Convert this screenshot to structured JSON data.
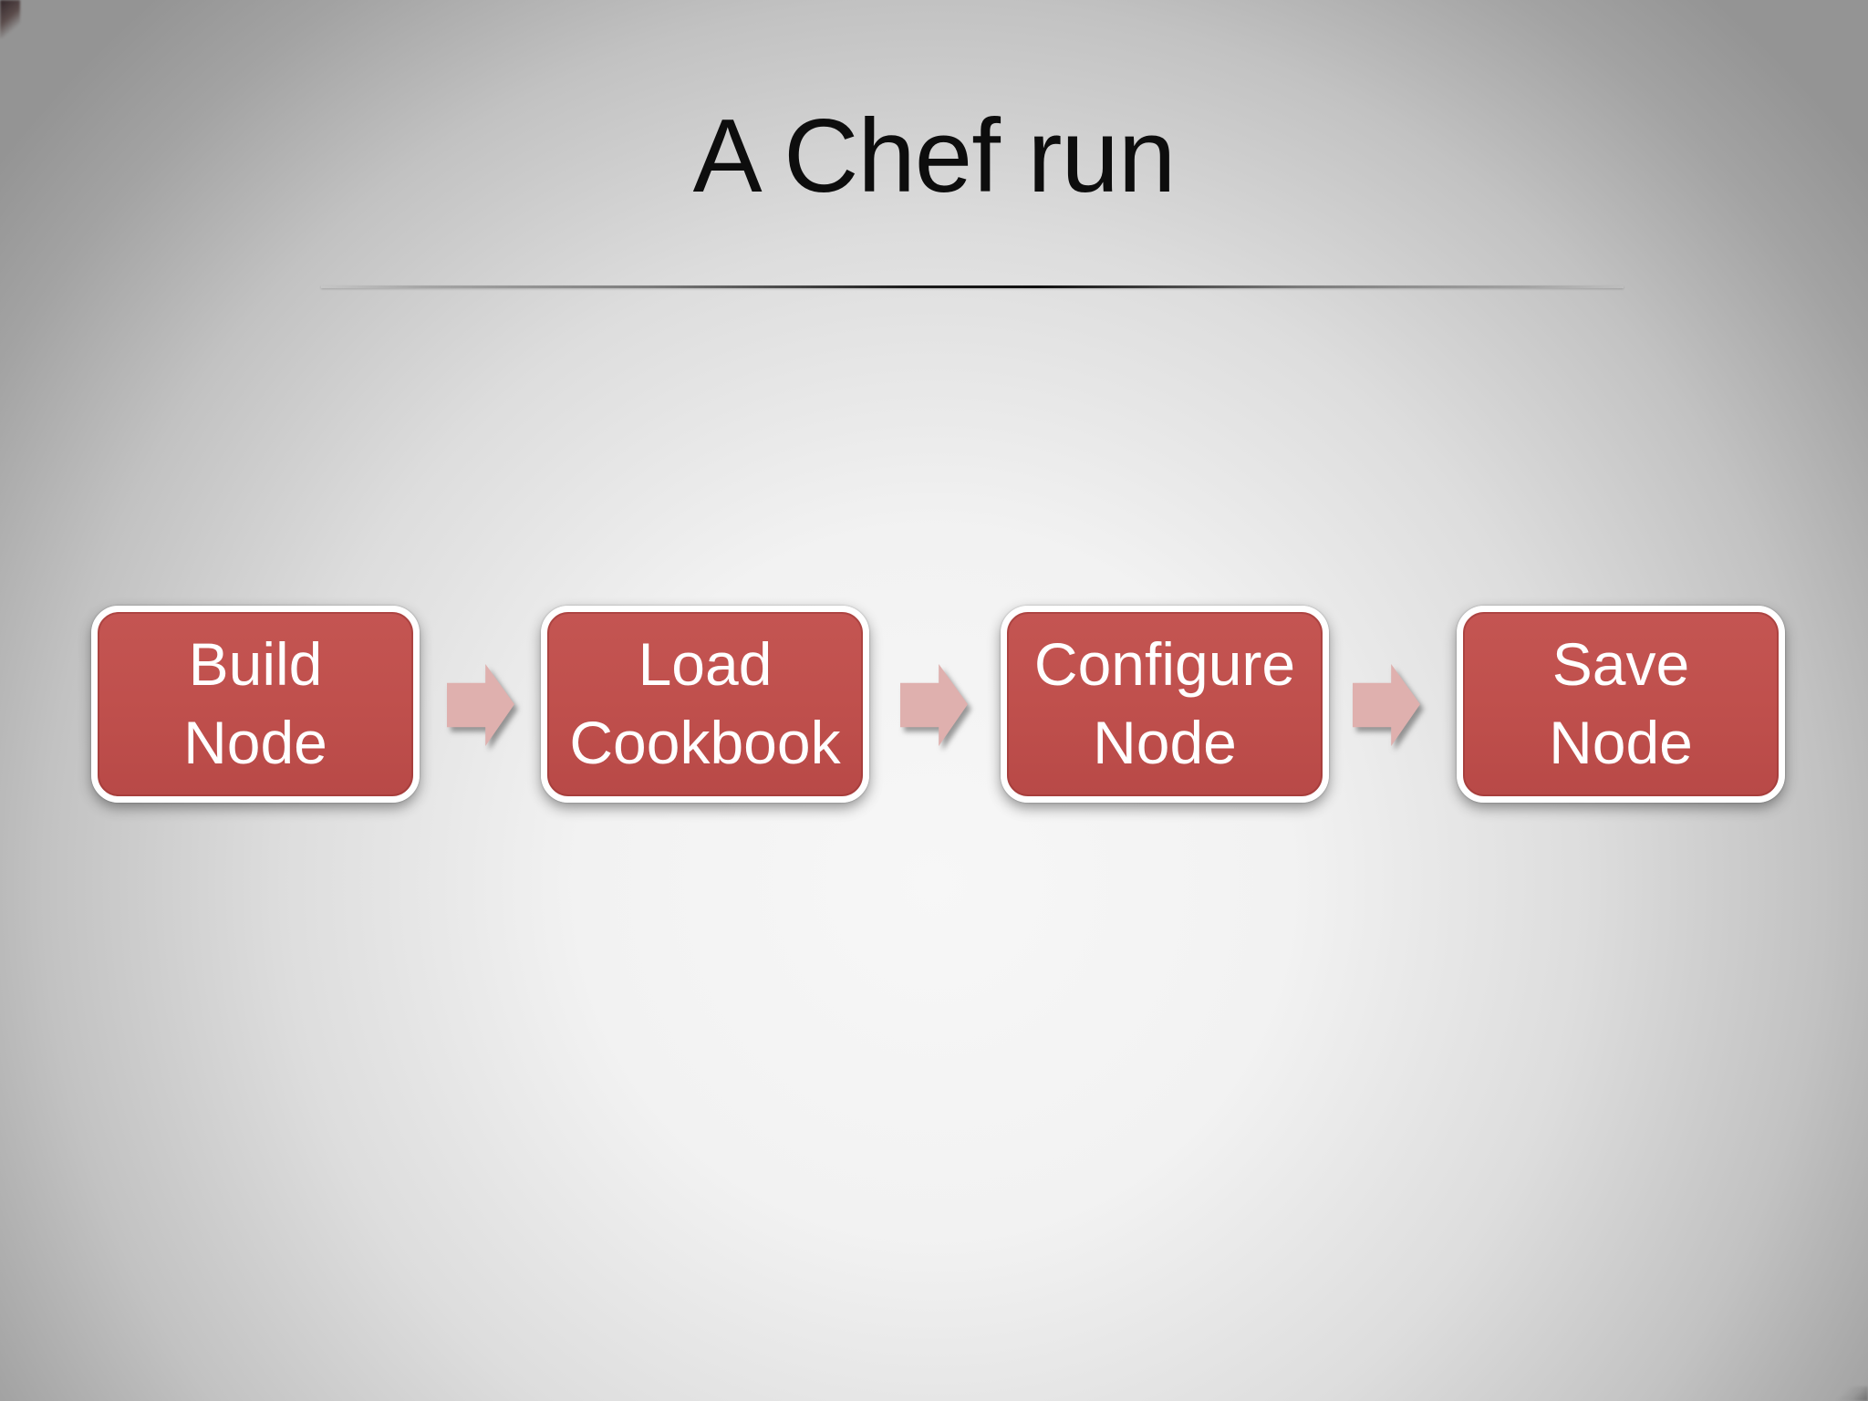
{
  "slide": {
    "title": "A Chef run",
    "steps": [
      {
        "label": "Build\nNode"
      },
      {
        "label": "Load\nCookbook"
      },
      {
        "label": "Configure\nNode"
      },
      {
        "label": "Save\nNode"
      }
    ],
    "colors": {
      "box_fill": "#bf4f4c",
      "box_border": "#ffffff",
      "arrow_fill": "#dfb0ae",
      "title_color": "#0d0d0d"
    }
  }
}
